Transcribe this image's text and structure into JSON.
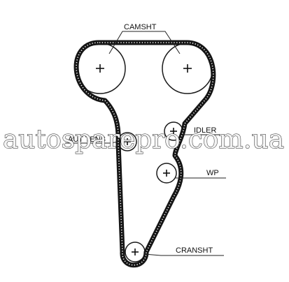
{
  "labels": {
    "camshaft": "CAMSHT",
    "idler": "IDLER",
    "auto_tensioner": "AUT TENS",
    "water_pump": "WP",
    "crankshaft": "CRANSHT"
  },
  "watermark": "autosparepro.com.ua",
  "colors": {
    "belt": "#151515",
    "background": "#ffffff",
    "watermark_fill": "#f4f4f4"
  }
}
